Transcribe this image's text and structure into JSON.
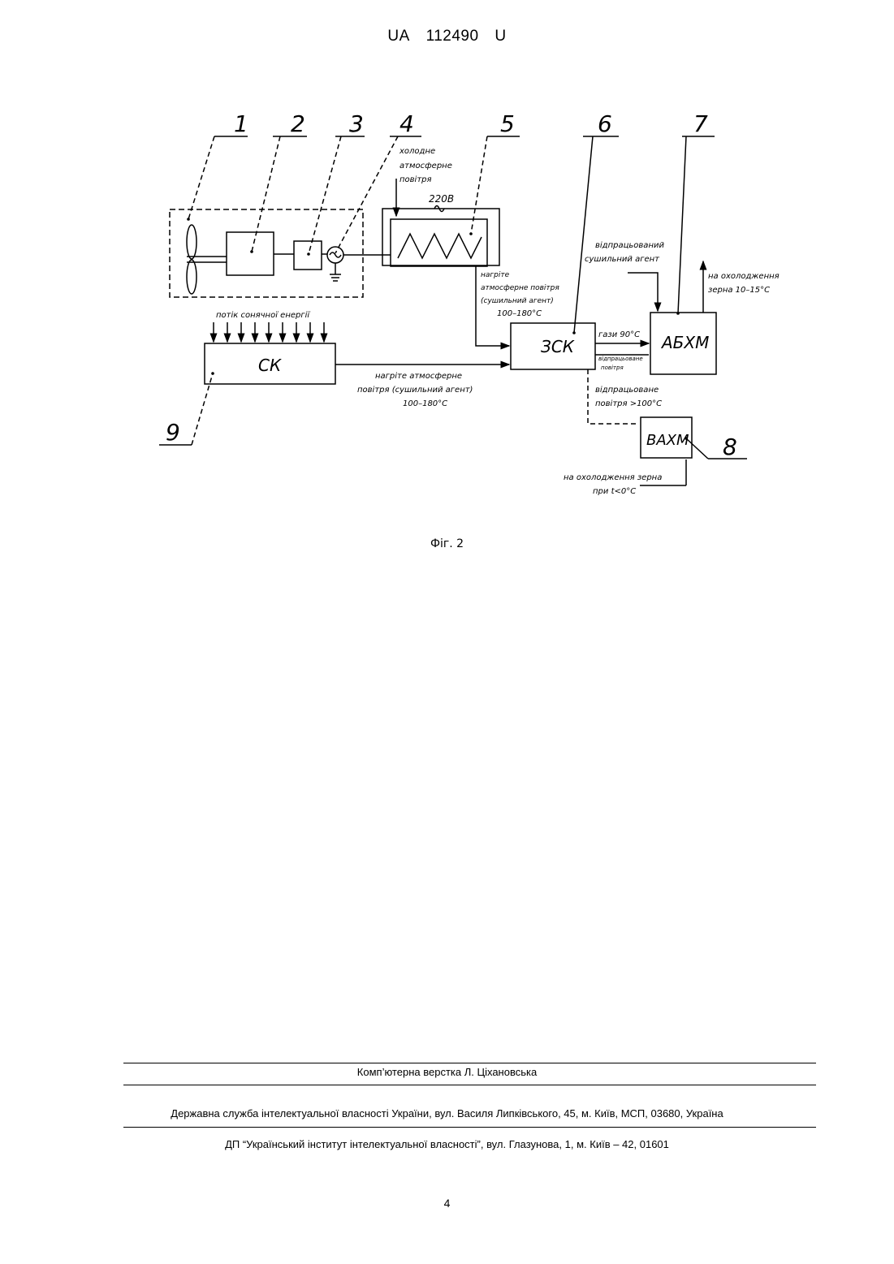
{
  "header": {
    "country": "UA",
    "number": "112490",
    "kind": "U"
  },
  "diagram": {
    "callouts": [
      "1",
      "2",
      "3",
      "4",
      "5",
      "6",
      "7",
      "8",
      "9"
    ],
    "blocks": {
      "sk": "СК",
      "zsk": "ЗСК",
      "abhm": "АБХМ",
      "vahm": "ВАХМ"
    },
    "voltage": "220В",
    "labels": {
      "cold_air": [
        "холодне",
        "атмосферне",
        "повітря"
      ],
      "heated_air_5": [
        "нагріте",
        "атмосферне повітря",
        "(сушильний агент)",
        "100–180°С"
      ],
      "solar_flow": "потік сонячної енергії",
      "heated_air_sk": [
        "нагріте атмосферне",
        "повітря (сушильний агент)",
        "100–180°С"
      ],
      "spent_agent": [
        "відпрацьований",
        "сушильний агент"
      ],
      "cooling_top": [
        "на охолодження",
        "зерна 10–15°С"
      ],
      "gases": "гази 90°С",
      "spent_air_small": [
        "відпрацьоване",
        "повітря"
      ],
      "spent_air_100": [
        "відпрацьоване",
        "повітря >100°С"
      ],
      "cooling_bottom": [
        "на охолодження зерна",
        "при t<0°С"
      ]
    }
  },
  "figure_caption": "Фіг. 2",
  "footer": {
    "typesetting": "Комп’ютерна верстка Л. Ціхановська",
    "agency": "Державна служба інтелектуальної власності України, вул. Василя Липківського, 45, м. Київ, МСП, 03680, Україна",
    "institute": "ДП “Український інститут інтелектуальної власності”, вул. Глазунова, 1, м. Київ – 42, 01601"
  },
  "page_number": "4"
}
